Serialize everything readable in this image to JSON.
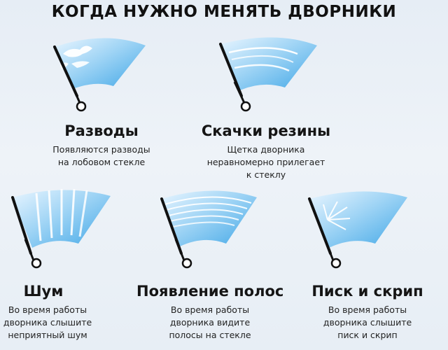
{
  "title": "когда нужно менять дворники",
  "cards": [
    {
      "heading": "Разводы",
      "lines": [
        "Появляются разводы",
        "на лобовом стекле"
      ]
    },
    {
      "heading": "Скачки резины",
      "lines": [
        "Щетка дворника",
        "неравномерно прилегает",
        "к стеклу"
      ]
    },
    {
      "heading": "Шум",
      "lines": [
        "Во время работы",
        "дворника слышите",
        "неприятный шум"
      ]
    },
    {
      "heading": "Появление полос",
      "lines": [
        "Во время работы",
        "дворника видите",
        "полосы на стекле"
      ]
    },
    {
      "heading": "Писк и скрип",
      "lines": [
        "Во время работы",
        "дворника слышите",
        "писк и скрип"
      ]
    }
  ],
  "colors": {
    "glass_light": "#eaf6ff",
    "glass_dark": "#49aee8",
    "wiper": "#111111"
  }
}
